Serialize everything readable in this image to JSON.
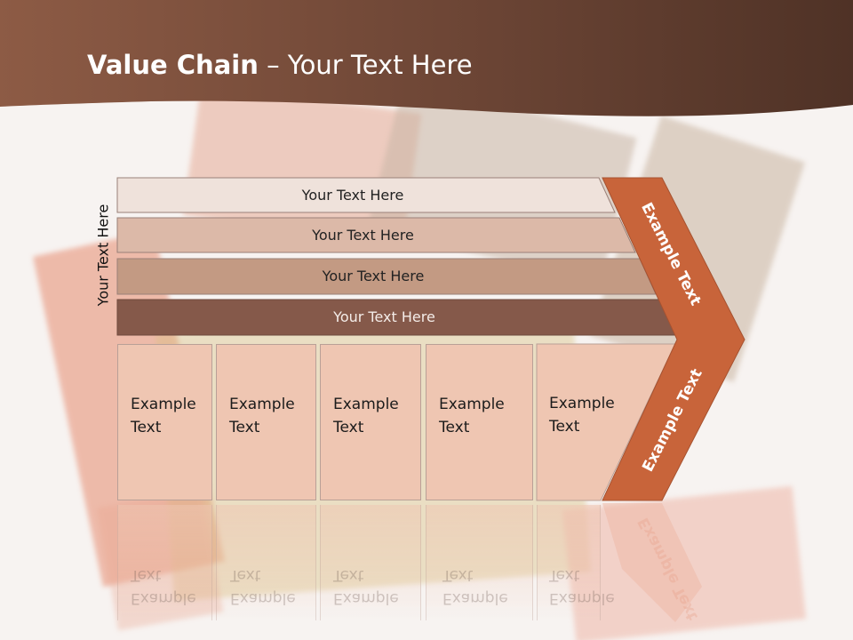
{
  "slide": {
    "title_bold": "Value Chain",
    "title_rest": " – Your Text Here",
    "side_label": "Your Text Here"
  },
  "rows": [
    {
      "label": "Your Text Here",
      "fill": "#efe2db",
      "color": "#222222"
    },
    {
      "label": "Your Text Here",
      "fill": "#dcb9a8",
      "color": "#222222"
    },
    {
      "label": "Your Text Here",
      "fill": "#c39a83",
      "color": "#222222"
    },
    {
      "label": "Your Text Here",
      "fill": "#85594a",
      "color": "#f4ece8"
    }
  ],
  "boxes": [
    {
      "line1": "Example",
      "line2": "Text"
    },
    {
      "line1": "Example",
      "line2": "Text"
    },
    {
      "line1": "Example",
      "line2": "Text"
    },
    {
      "line1": "Example",
      "line2": "Text"
    },
    {
      "line1": "Example",
      "line2": "Text"
    }
  ],
  "chevron": {
    "top_label": "Example Text",
    "bottom_label": "Example Text",
    "color": "#c8643a"
  },
  "colors": {
    "header_dark": "#5a3a2c",
    "header_light": "#8d5b45"
  }
}
